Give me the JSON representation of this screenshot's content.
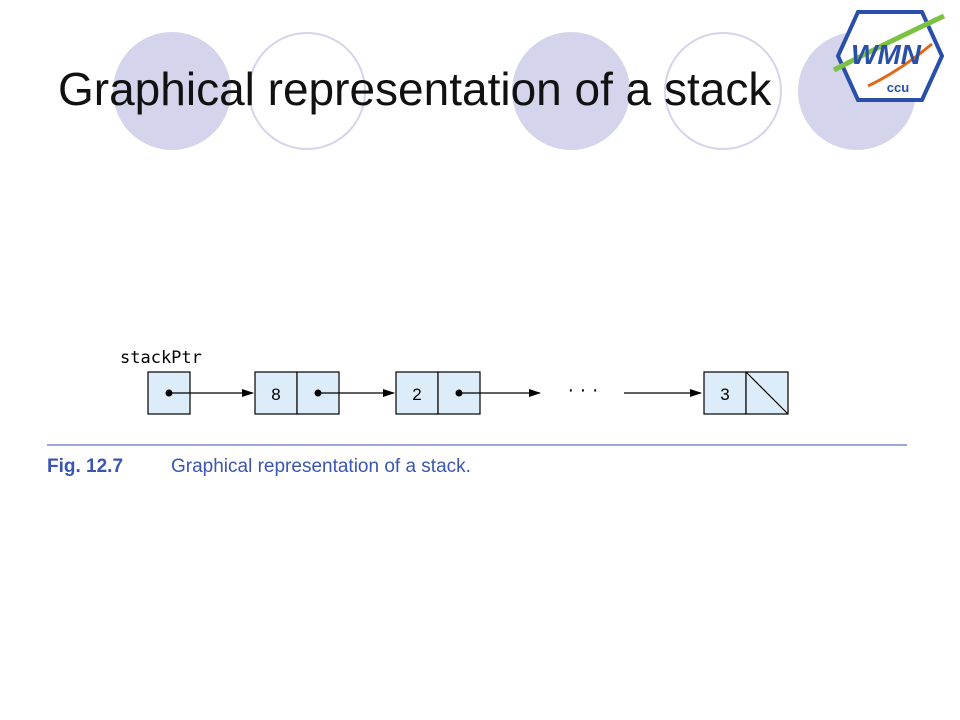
{
  "slide": {
    "title": "Graphical representation of a stack"
  },
  "logo": {
    "main_text": "WMN",
    "sub_text": "ccu"
  },
  "diagram": {
    "pointer_label": "stackPtr",
    "nodes": [
      {
        "value": "8"
      },
      {
        "value": "2"
      },
      {
        "value": "3",
        "next": "null"
      }
    ],
    "ellipsis": "· · ·"
  },
  "caption": {
    "number": "Fig. 12.7",
    "text": "Graphical representation of a stack."
  },
  "colors": {
    "node_fill": "#dcecf8",
    "deco_circle": "#d4d4ec",
    "caption_text": "#3a55b4",
    "logo_blue": "#2a4fa8",
    "logo_green": "#7cc242",
    "logo_orange": "#e06a1c"
  }
}
